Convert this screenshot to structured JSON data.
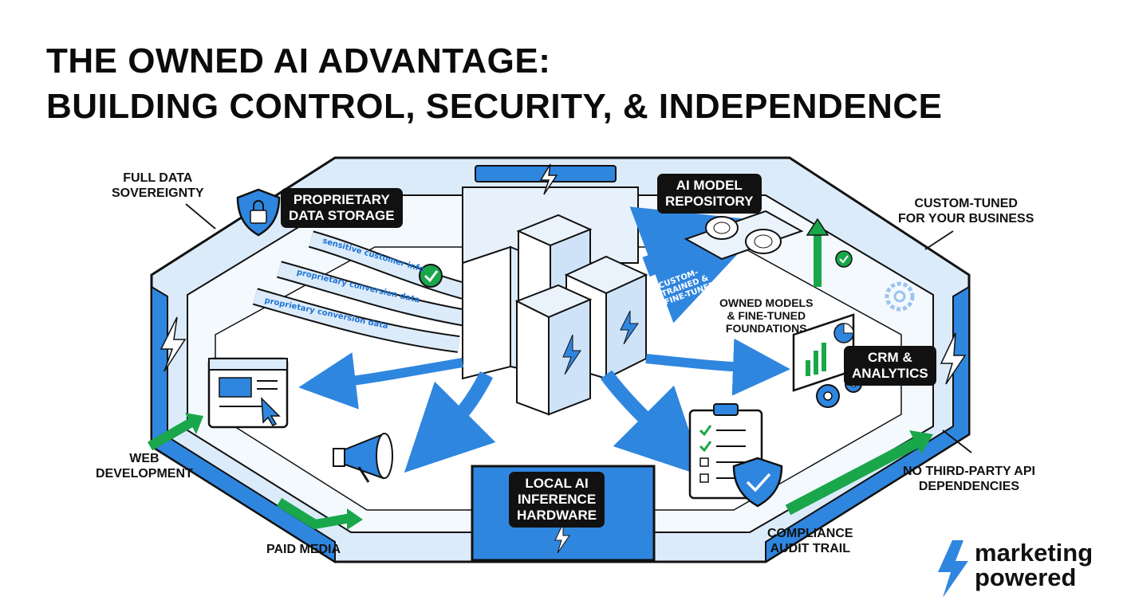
{
  "title": {
    "line1": "THE OWNED AI ADVANTAGE:",
    "line2": "BUILDING CONTROL, SECURITY, & INDEPENDENCE"
  },
  "callouts": {
    "full_data_sovereignty": [
      "FULL DATA",
      "SOVEREIGNTY"
    ],
    "custom_tuned": [
      "CUSTOM-TUNED",
      "FOR YOUR BUSINESS"
    ],
    "owned_models": [
      "OWNED MODELS",
      "& FINE-TUNED",
      "FOUNDATIONS"
    ],
    "web_development": [
      "WEB",
      "DEVELOPMENT"
    ],
    "paid_media": [
      "PAID MEDIA"
    ],
    "no_third_party": [
      "NO THIRD-PARTY API",
      "DEPENDENCIES"
    ],
    "compliance": [
      "COMPLIANCE",
      "AUDIT TRAIL"
    ]
  },
  "pills": {
    "proprietary_storage": [
      "PROPRIETARY",
      "DATA STORAGE"
    ],
    "model_repository": [
      "AI MODEL",
      "REPOSITORY"
    ],
    "crm_analytics": [
      "CRM &",
      "ANALYTICS"
    ],
    "local_hardware": [
      "LOCAL AI",
      "INFERENCE",
      "HARDWARE"
    ]
  },
  "ribbons": {
    "line1": "sensitive customer info",
    "line2": "proprietary conversion data",
    "line3": "proprietary conversion data",
    "model_flow": [
      "CUSTOM-",
      "TRAINED &",
      "FINE-TUNED"
    ]
  },
  "brand": {
    "line1": "marketing",
    "line2": "powered"
  },
  "colors": {
    "blue": "#2f86df",
    "light_blue": "#dcebfa",
    "green": "#1aa64b",
    "black": "#111111"
  }
}
